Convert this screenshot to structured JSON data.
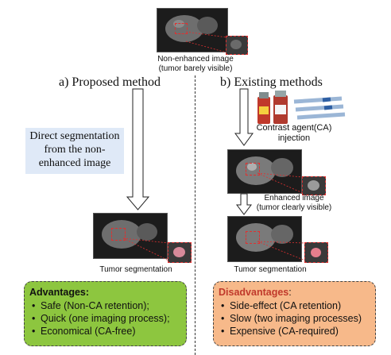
{
  "top": {
    "caption_line1": "Non-enhanced image",
    "caption_line2": "(tumor barely visible)"
  },
  "left": {
    "heading": "a) Proposed method",
    "method_box": "Direct segmentation from the non-enhanced image",
    "result_caption": "Tumor segmentation",
    "advantages": {
      "title": "Advantages:",
      "items": [
        "Safe (Non-CA retention);",
        "Quick (one imaging process);",
        "Economical (CA-free)"
      ],
      "color": "#8dc63f"
    }
  },
  "right": {
    "heading": "b) Existing methods",
    "ca_caption_line1": "Contrast agent(CA)",
    "ca_caption_line2": "injection",
    "enhanced_caption_line1": "Enhanced image",
    "enhanced_caption_line2": "(tumor clearly visible)",
    "result_caption": "Tumor segmentation",
    "disadvantages": {
      "title": "Disadvantages",
      "title_suffix": ":",
      "items": [
        "Side-effect (CA retention)",
        "Slow (two imaging processes)",
        "Expensive (CA-required)"
      ],
      "color": "#f7b98a",
      "title_color": "#c0392b"
    }
  },
  "icons": {
    "ct_scan": "liver-ct-image-icon",
    "vials": "contrast-agent-vials-icon",
    "syringe": "syringe-icon",
    "arrow": "down-arrow-icon"
  }
}
